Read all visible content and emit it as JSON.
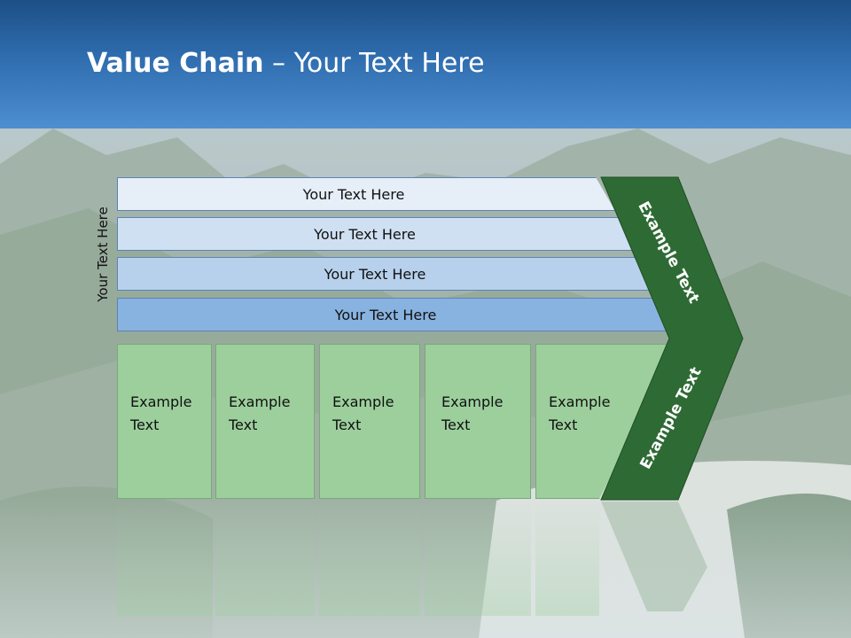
{
  "header": {
    "title_bold": "Value Chain",
    "title_rest": " – Your Text Here"
  },
  "side_label": "Your Text Here",
  "rows": [
    {
      "label": "Your Text Here"
    },
    {
      "label": "Your Text Here"
    },
    {
      "label": "Your Text Here"
    },
    {
      "label": "Your Text Here"
    }
  ],
  "boxes": [
    {
      "line1": "Example",
      "line2": "Text"
    },
    {
      "line1": "Example",
      "line2": "Text"
    },
    {
      "line1": "Example",
      "line2": "Text"
    },
    {
      "line1": "Example",
      "line2": "Text"
    },
    {
      "line1": "Example",
      "line2": "Text"
    }
  ],
  "chevron": {
    "upper": "Example Text",
    "lower": "Example Text"
  },
  "colors": {
    "header": "#2f6daf",
    "chevron": "#2e6b34",
    "box": "#9ccf9c",
    "row1": "#e6eef8",
    "row2": "#cfe0f2",
    "row3": "#b7d1ec",
    "row4": "#88b3e0"
  }
}
